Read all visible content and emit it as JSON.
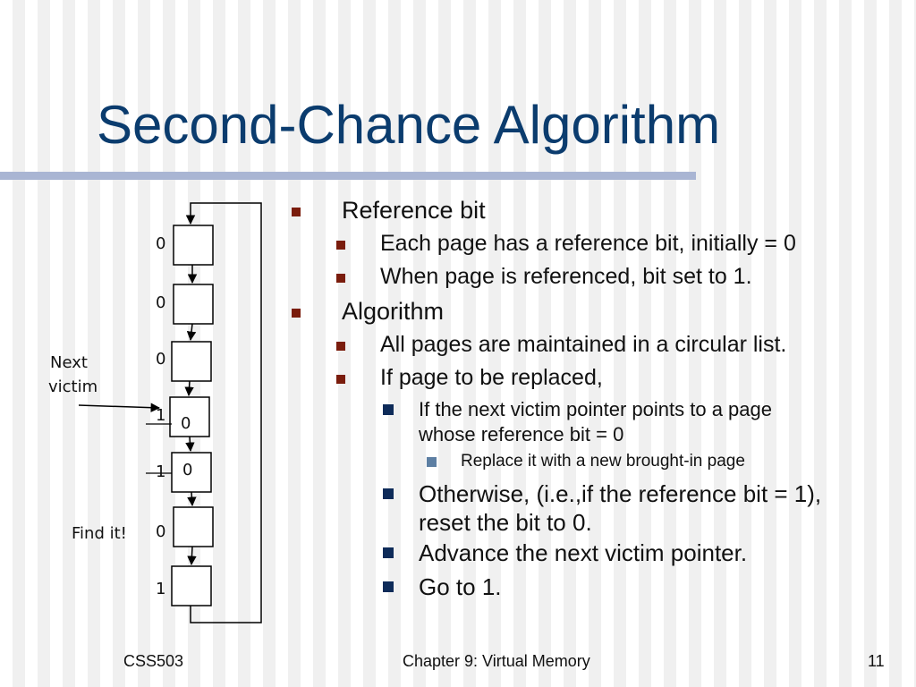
{
  "slide": {
    "title": "Second-Chance Algorithm",
    "bullets": {
      "l1a": "Reference bit",
      "l2a": "Each page has a reference bit, initially = 0",
      "l2b": "When page is referenced, bit set to 1.",
      "l1b": "Algorithm",
      "l2c": "All pages are maintained in a circular list.",
      "l2d": "If page to be replaced,",
      "l3a_line1": "If the next victim pointer points to a page",
      "l3a_line2": "whose reference bit = 0",
      "l4a": "Replace it with a new brought-in page",
      "l3b_line1": "Otherwise, (i.e.,if the reference bit = 1),",
      "l3b_line2": "reset the bit to 0.",
      "l3c": "Advance the next victim pointer.",
      "l3d": "Go to 1."
    },
    "diagram": {
      "bits": [
        "0",
        "0",
        "0",
        "1",
        "1",
        "0",
        "1"
      ],
      "new_bits": [
        "0",
        "0"
      ],
      "next_victim_label_1": "Next",
      "next_victim_label_2": "victim",
      "find_label": "Find it!"
    },
    "footer": {
      "left": "CSS503",
      "center": "Chapter 9: Virtual Memory",
      "right": "11"
    },
    "colors": {
      "title": "#0b3c6e",
      "title_rule": "#a9b5d3",
      "bullet_level1_2": "#7a1c0c",
      "bullet_level3": "#0e2b59",
      "bullet_level4": "#5d7fa3"
    }
  }
}
